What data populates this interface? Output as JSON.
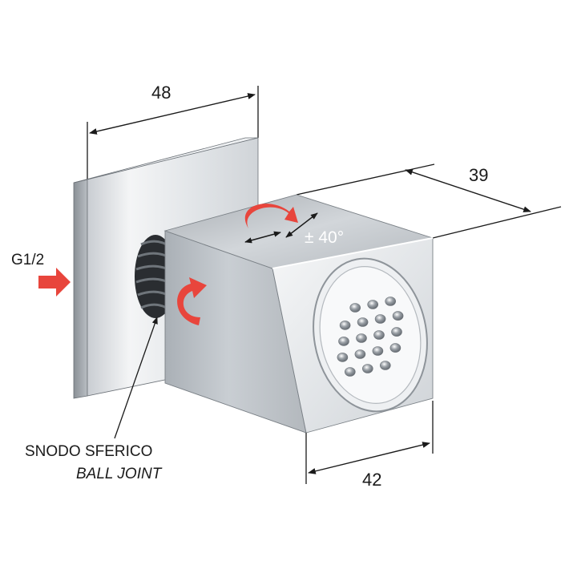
{
  "dimensions": {
    "plate_width": "48",
    "body_depth": "39",
    "body_width": "42"
  },
  "rotation": {
    "angle": "± 40°"
  },
  "connection": {
    "thread": "G1/2"
  },
  "callout": {
    "label_it": "SNODO SFERICO",
    "label_en": "BALL JOINT"
  },
  "colors": {
    "arrow_red": "#e8453c",
    "dimension_line": "#1a1a1a"
  }
}
